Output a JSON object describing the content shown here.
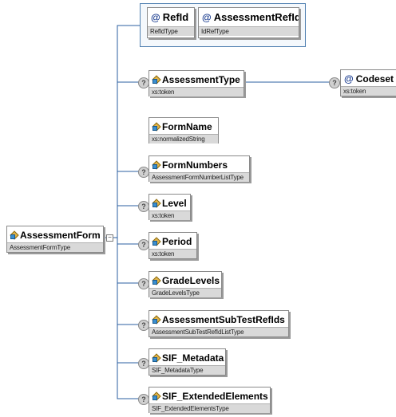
{
  "root": {
    "name": "AssessmentForm",
    "type": "AssessmentFormType"
  },
  "attributes": [
    {
      "name": "RefId",
      "type": "RefIdType"
    },
    {
      "name": "AssessmentRefId",
      "type": "IdRefType"
    }
  ],
  "children": [
    {
      "name": "AssessmentType",
      "type": "xs:token"
    },
    {
      "name": "FormName",
      "type": "xs:normalizedString"
    },
    {
      "name": "FormNumbers",
      "type": "AssessmentFormNumberListType"
    },
    {
      "name": "Level",
      "type": "xs:token"
    },
    {
      "name": "Period",
      "type": "xs:token"
    },
    {
      "name": "GradeLevels",
      "type": "GradeLevelsType"
    },
    {
      "name": "AssessmentSubTestRefIds",
      "type": "AssessmentSubTestRefIdListType"
    },
    {
      "name": "SIF_Metadata",
      "type": "SIF_MetadataType"
    },
    {
      "name": "SIF_ExtendedElements",
      "type": "SIF_ExtendedElementsType"
    }
  ],
  "codeset": {
    "name": "Codeset",
    "type": "xs:token"
  },
  "optional_glyph": "?",
  "attribute_glyph": "@",
  "collapse_glyph": "−"
}
